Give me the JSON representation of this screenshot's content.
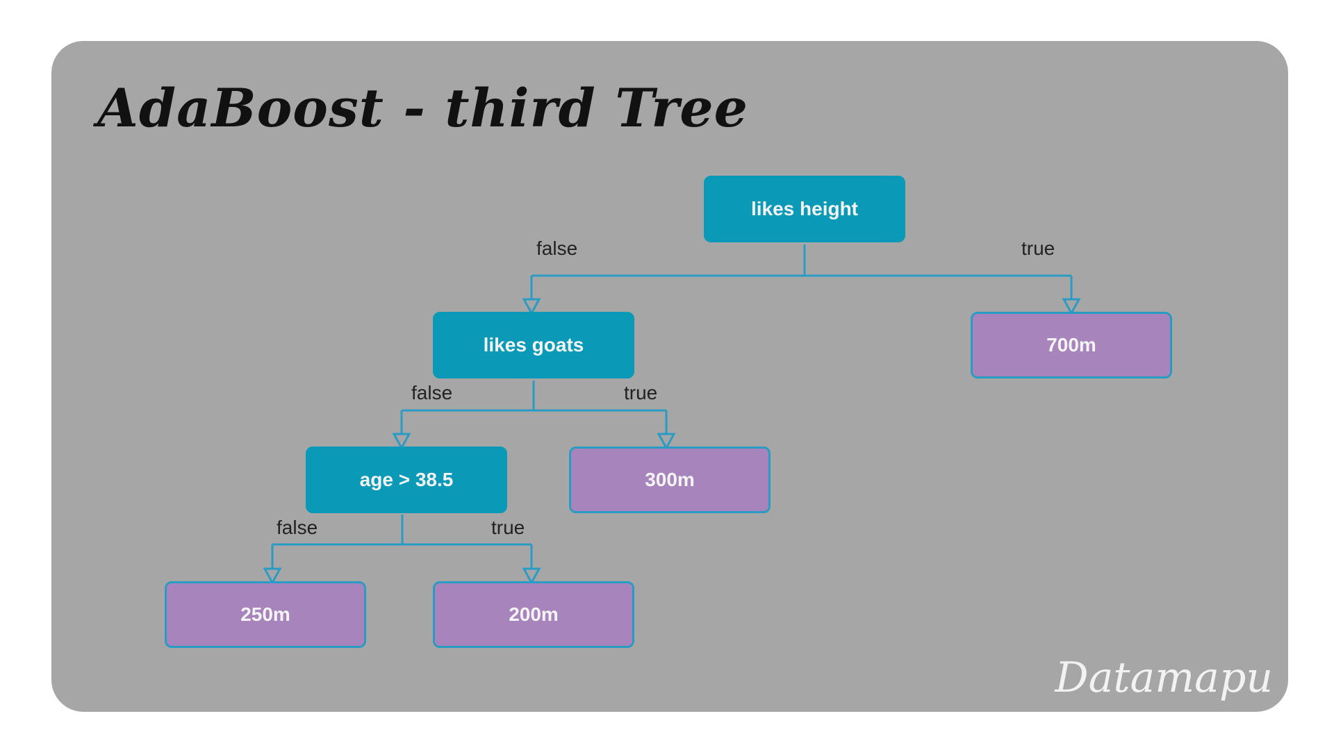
{
  "title": "AdaBoost - third Tree",
  "watermark": "Datamapu",
  "colors": {
    "background": "#a6a6a6",
    "decision_node": "#0a9ab8",
    "leaf_node": "#a884bc",
    "edge": "#2a9cc4"
  },
  "nodes": {
    "root": "likes height",
    "goats": "likes goats",
    "age": "age > 38.5",
    "leaf_700": "700m",
    "leaf_300": "300m",
    "leaf_250": "250m",
    "leaf_200": "200m"
  },
  "edges": {
    "root_false": "false",
    "root_true": "true",
    "goats_false": "false",
    "goats_true": "true",
    "age_false": "false",
    "age_true": "true"
  }
}
